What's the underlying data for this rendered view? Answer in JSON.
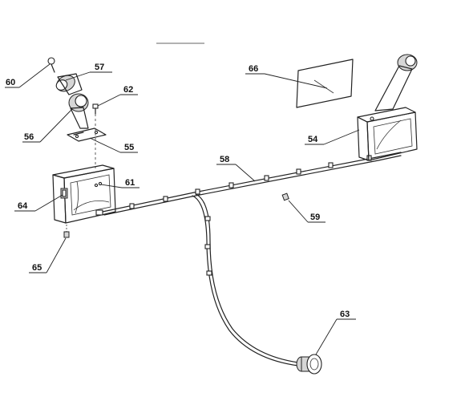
{
  "diagram": {
    "callouts": [
      {
        "id": "c60",
        "label": "60"
      },
      {
        "id": "c57",
        "label": "57"
      },
      {
        "id": "c62",
        "label": "62"
      },
      {
        "id": "c56",
        "label": "56"
      },
      {
        "id": "c55",
        "label": "55"
      },
      {
        "id": "c61",
        "label": "61"
      },
      {
        "id": "c64",
        "label": "64"
      },
      {
        "id": "c65",
        "label": "65"
      },
      {
        "id": "c58",
        "label": "58"
      },
      {
        "id": "c59",
        "label": "59"
      },
      {
        "id": "c66",
        "label": "66"
      },
      {
        "id": "c54",
        "label": "54"
      },
      {
        "id": "c63",
        "label": "63"
      }
    ]
  }
}
